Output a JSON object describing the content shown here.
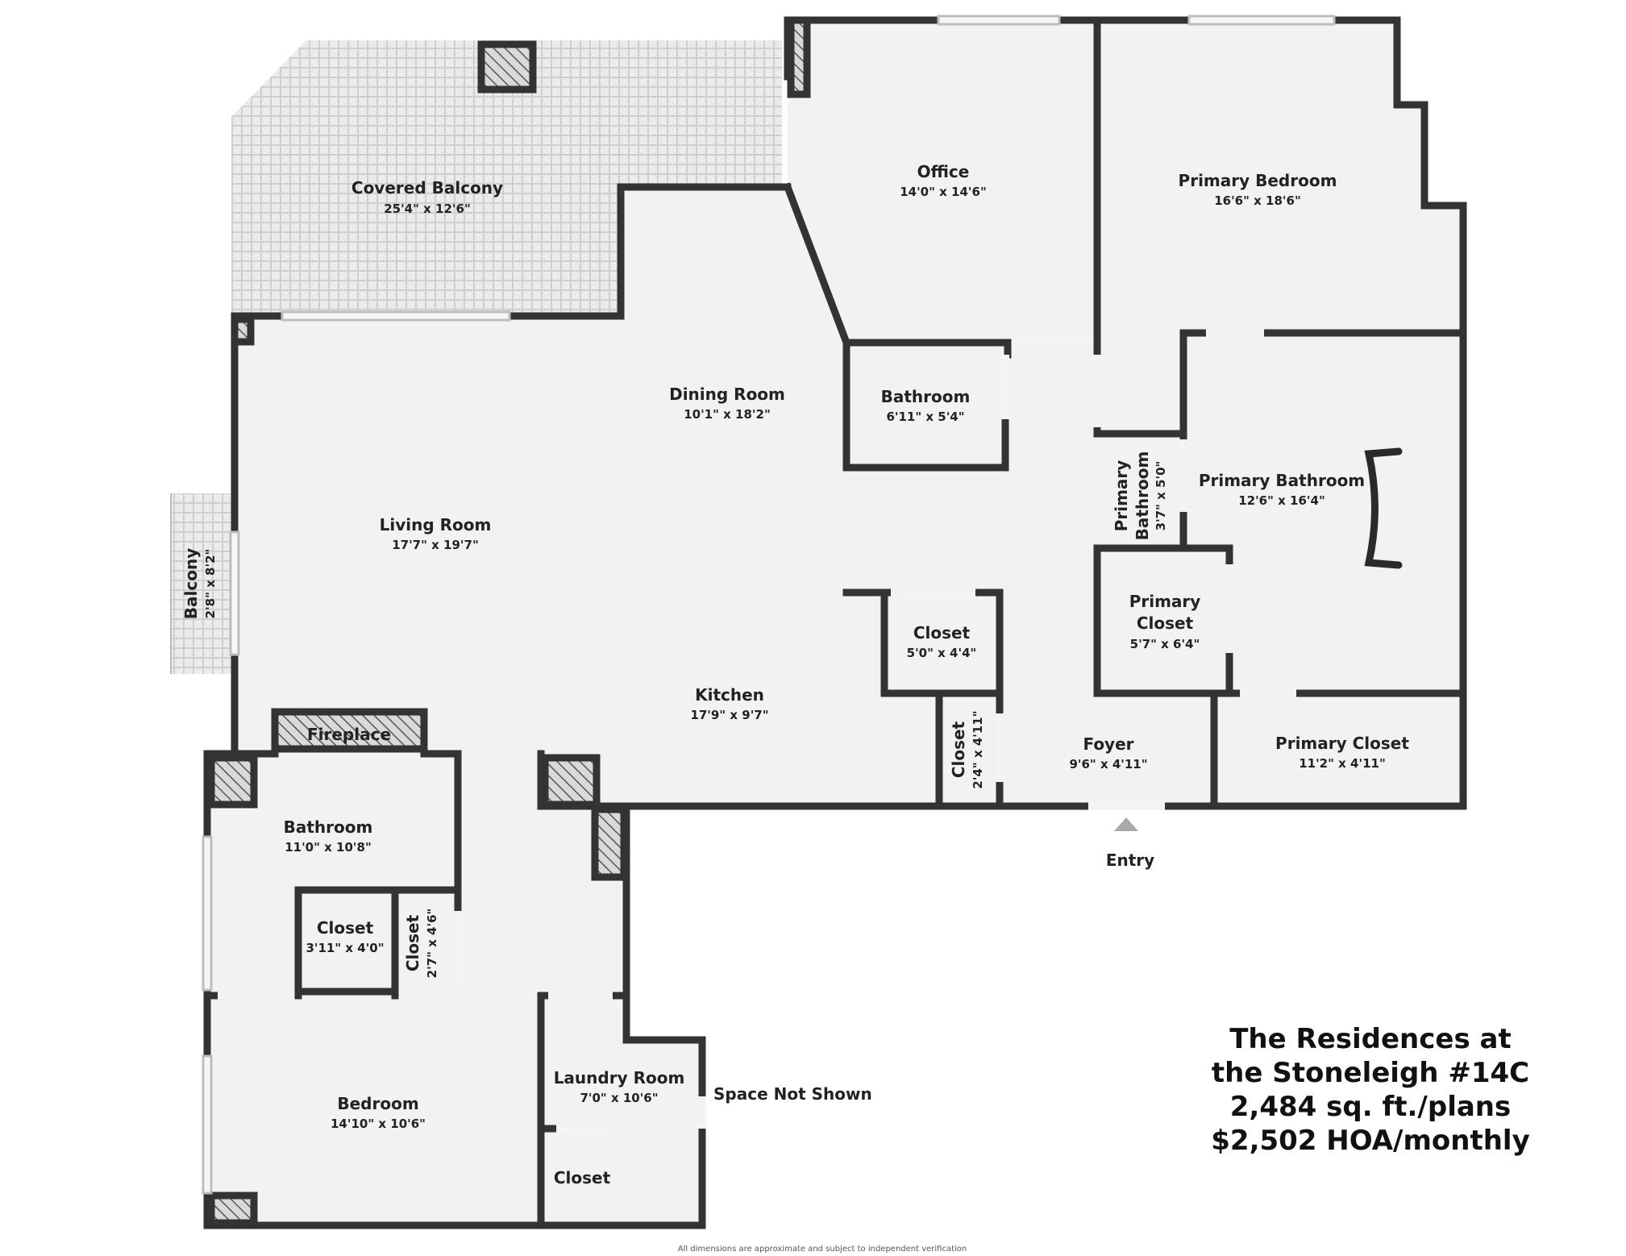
{
  "rooms": {
    "covered_balcony": {
      "name": "Covered Balcony",
      "dim": "25'4\" x 12'6\""
    },
    "office": {
      "name": "Office",
      "dim": "14'0\" x 14'6\""
    },
    "primary_bedroom": {
      "name": "Primary Bedroom",
      "dim": "16'6\" x 18'6\""
    },
    "dining_room": {
      "name": "Dining Room",
      "dim": "10'1\" x 18'2\""
    },
    "bathroom_hall": {
      "name": "Bathroom",
      "dim": "6'11\" x 5'4\""
    },
    "living_room": {
      "name": "Living Room",
      "dim": "17'7\" x 19'7\""
    },
    "balcony": {
      "name": "Balcony",
      "dim": "2'8\" x 8'2\""
    },
    "primary_bathroom_small": {
      "name_line1": "Primary",
      "name_line2": "Bathroom",
      "dim": "3'7\" x 5'0\""
    },
    "primary_bathroom": {
      "name": "Primary Bathroom",
      "dim": "12'6\" x 16'4\""
    },
    "closet_center": {
      "name": "Closet",
      "dim": "5'0\" x 4'4\""
    },
    "primary_closet_upper": {
      "name_line1": "Primary",
      "name_line2": "Closet",
      "dim": "5'7\" x 6'4\""
    },
    "kitchen": {
      "name": "Kitchen",
      "dim": "17'9\" x 9'7\""
    },
    "closet_narrow": {
      "name": "Closet",
      "dim": "2'4\" x 4'11\""
    },
    "foyer": {
      "name": "Foyer",
      "dim": "9'6\" x 4'11\""
    },
    "primary_closet_lower": {
      "name": "Primary Closet",
      "dim": "11'2\" x 4'11\""
    },
    "fireplace": {
      "name": "Fireplace"
    },
    "bathroom_west": {
      "name": "Bathroom",
      "dim": "11'0\" x 10'8\""
    },
    "closet_west_a": {
      "name": "Closet",
      "dim": "3'11\" x 4'0\""
    },
    "closet_west_b": {
      "name": "Closet",
      "dim": "2'7\" x 4'6\""
    },
    "bedroom": {
      "name": "Bedroom",
      "dim": "14'10\" x 10'6\""
    },
    "laundry_room": {
      "name": "Laundry Room",
      "dim": "7'0\" x 10'6\""
    },
    "closet_laundry": {
      "name": "Closet"
    }
  },
  "labels": {
    "entry": "Entry",
    "space_not_shown": "Space Not Shown",
    "disclaimer": "All dimensions are approximate and subject to independent verification"
  },
  "info": {
    "line1": "The Residences at",
    "line2": "the Stoneleigh #14C",
    "line3": "2,484 sq. ft./plans",
    "line4": "$2,502 HOA/monthly"
  },
  "colors": {
    "wall": "#333333",
    "floor": "#f2f2f2",
    "balcony_tile": "#e6e6e6",
    "text": "#222222"
  }
}
